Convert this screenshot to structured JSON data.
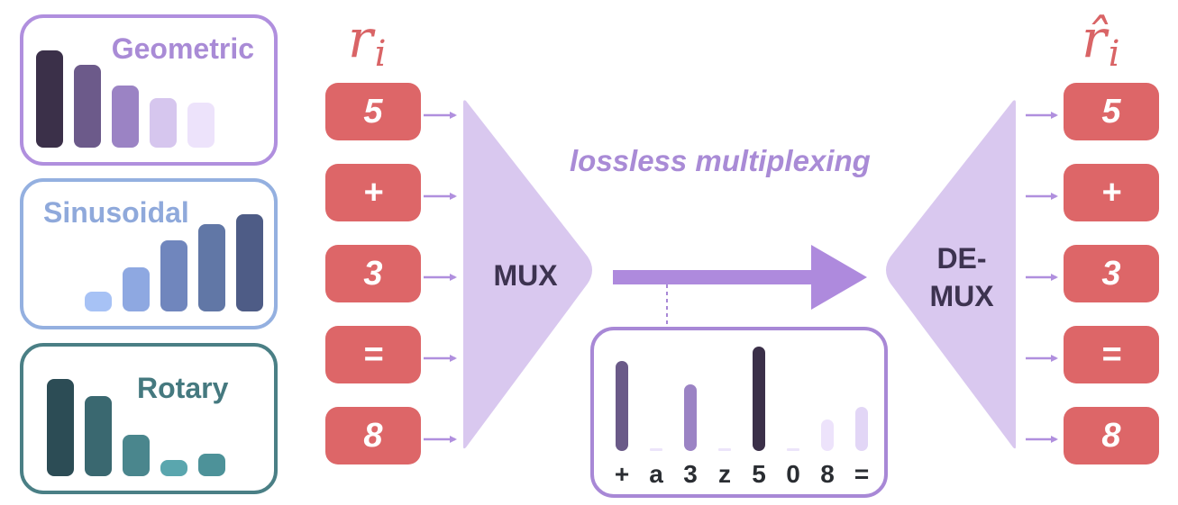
{
  "colors": {
    "token_fill": "#dd6668",
    "symbol": "#d96466",
    "mux_fill": "#d9c8ef",
    "arrow_small": "#b08fde",
    "arrow_big": "#ae8add",
    "caption": "#a98bd6",
    "mux_text": "#3d3350"
  },
  "panels": [
    {
      "key": "geometric",
      "title": "Geometric",
      "border_color": "#b08fde",
      "title_color": "#a98bd6",
      "bar_levels": [
        1.0,
        0.85,
        0.64,
        0.51,
        0.46
      ],
      "bar_colors": [
        "#3b3049",
        "#6c5a8a",
        "#9b83c4",
        "#d6c6ee",
        "#ede3fb"
      ]
    },
    {
      "key": "sinusoidal",
      "title": "Sinusoidal",
      "border_color": "#94b0e0",
      "title_color": "#8fa9db",
      "bar_levels": [
        0.2,
        0.45,
        0.73,
        0.9,
        1.0
      ],
      "bar_colors": [
        "#a7c2f5",
        "#8ea8e1",
        "#7086bd",
        "#6177a6",
        "#4e5c86"
      ]
    },
    {
      "key": "rotary",
      "title": "Rotary",
      "border_color": "#4a7f85",
      "title_color": "#45797f",
      "bar_levels": [
        1.0,
        0.82,
        0.43,
        0.14,
        0.23
      ],
      "bar_colors": [
        "#2c4c55",
        "#3a6870",
        "#4a868d",
        "#5aa6ae",
        "#4d9299"
      ]
    }
  ],
  "input_symbol": "r",
  "input_subscript": "i",
  "output_symbol": "r̂",
  "output_subscript": "i",
  "input_tokens": [
    "5",
    "+",
    "3",
    "=",
    "8"
  ],
  "output_tokens": [
    "5",
    "+",
    "3",
    "=",
    "8"
  ],
  "mux_label": "MUX",
  "demux_label_1": "DE-",
  "demux_label_2": "MUX",
  "caption": "lossless multiplexing",
  "sequence": {
    "labels": [
      "+",
      "a",
      "3",
      "z",
      "5",
      "0",
      "8",
      "="
    ],
    "levels": [
      0.86,
      0.0,
      0.64,
      0.0,
      1.0,
      0.0,
      0.3,
      0.42
    ],
    "colors": [
      "#6a5a88",
      "#ece4fa",
      "#9b83c4",
      "#ece4fa",
      "#3b3049",
      "#ece4fa",
      "#ede3fb",
      "#e2d6f6"
    ]
  }
}
